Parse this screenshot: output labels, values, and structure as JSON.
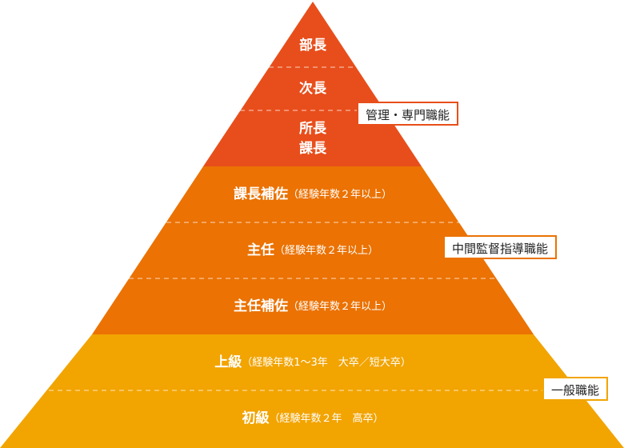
{
  "tiers": {
    "t1": {
      "main": "部長",
      "sub": ""
    },
    "t2": {
      "main": "次長",
      "sub": ""
    },
    "t3a": {
      "main": "所長",
      "sub": ""
    },
    "t3b": {
      "main": "課長",
      "sub": ""
    },
    "t4": {
      "main": "課長補佐",
      "sub": "（経験年数２年以上）"
    },
    "t5": {
      "main": "主任",
      "sub": "（経験年数２年以上）"
    },
    "t6": {
      "main": "主任補佐",
      "sub": "（経験年数２年以上）"
    },
    "t7": {
      "main": "上級",
      "sub": "（経験年数1～3年　大卒／短大卒）"
    },
    "t8": {
      "main": "初級",
      "sub": "（経験年数２年　高卒）"
    }
  },
  "categories": {
    "management": "管理・専門職能",
    "supervisory": "中間監督指導職能",
    "general": "一般職能"
  },
  "colors": {
    "management": "#E84E1B",
    "supervisory": "#EB7203",
    "general": "#F2A400",
    "divider": "#ffffff"
  }
}
